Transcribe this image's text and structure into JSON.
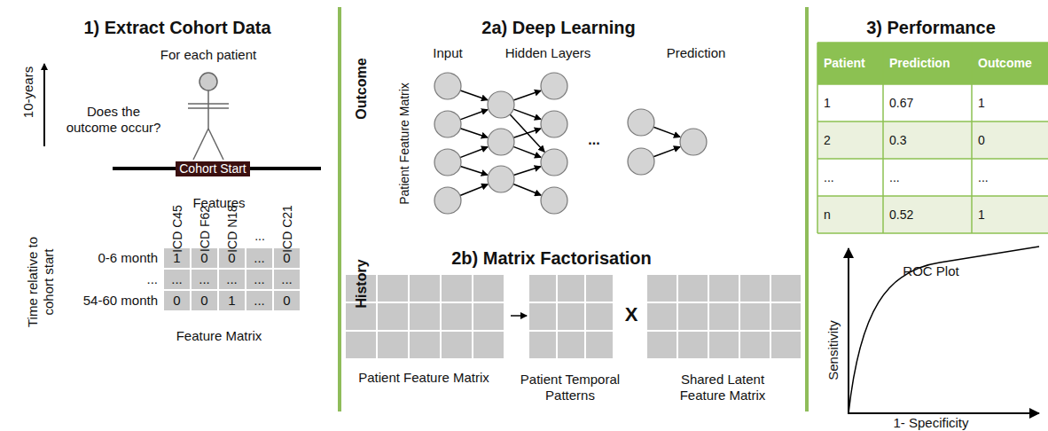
{
  "diagram": {
    "nodes": [
      {
        "text": [
          "Cohort Start"
        ]
      }
    ],
    "labels": [
      "1) Extract Cohort Data",
      "For each patient",
      "Does the outcome occur?",
      "10-years",
      "Features",
      "ICD C45",
      "ICD F62",
      "ICD N18",
      "...",
      "ICD C21",
      "Time relative to cohort start",
      "0-6 month",
      "1",
      "0",
      "0",
      "...",
      "0",
      "...",
      "...",
      "...",
      "...",
      "...",
      "...",
      "54-60 month",
      "0",
      "0",
      "1",
      "...",
      "0",
      "Feature Matrix",
      "Outcome",
      "History",
      "2a) Deep Learning",
      "Input",
      "Hidden Layers",
      "Prediction",
      "Patient Feature Matrix",
      "...",
      "2b) Matrix Factorisation",
      "X",
      "Patient Feature Matrix",
      "Patient Temporal Patterns",
      "Shared Latent Feature Matrix",
      "3) Performance",
      "Patient",
      "Prediction",
      "Outcome",
      "1",
      "0.67",
      "1",
      "2",
      "0.3",
      "0",
      "...",
      "...",
      "...",
      "n",
      "0.52",
      "1",
      "ROC Plot",
      "Sensitivity",
      "1- Specificity"
    ]
  }
}
